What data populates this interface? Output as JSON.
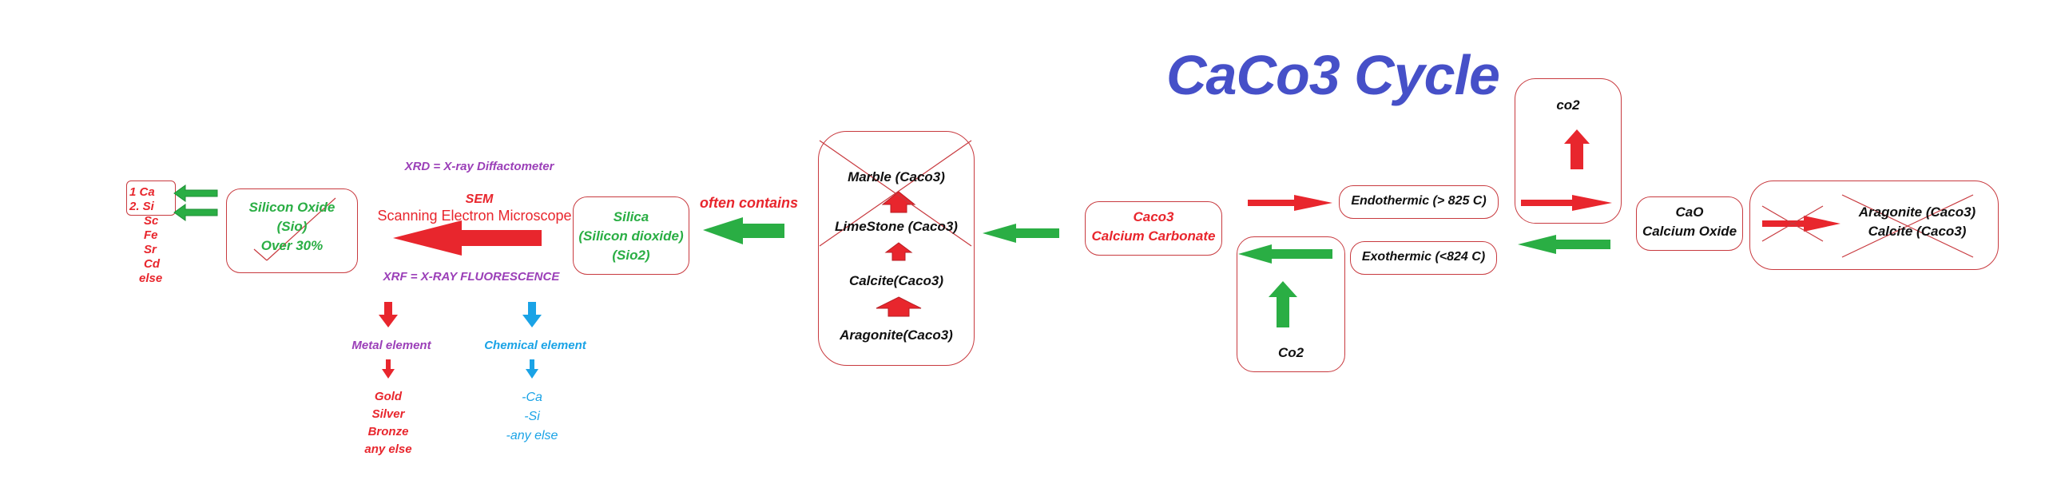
{
  "title": "CaCo3 Cycle",
  "colors": {
    "red": "#e8262d",
    "green": "#2aae44",
    "blue": "#1aa3e6",
    "purple": "#9b3fb8",
    "title": "#4650c8",
    "box": "#c83a3f"
  },
  "elements_list": {
    "items": [
      "1  Ca",
      "2.  Si",
      "Sc",
      "Fe",
      "Sr",
      "Cd",
      "else"
    ]
  },
  "silicon_oxide": {
    "line1": "Silicon Oxide",
    "line2": "(Sio)",
    "line3": "Over 30%"
  },
  "methods": {
    "xrd": "XRD = X-ray Diffactometer",
    "sem_title": "SEM",
    "sem_full": "Scanning Electron Microscope",
    "xrf": "XRF =  X-RAY FLUORESCENCE",
    "metal_element": "Metal element",
    "chemical_element": "Chemical element",
    "metal_list": [
      "Gold",
      "Silver",
      "Bronze",
      "any else"
    ],
    "chemical_list": [
      "-Ca",
      "-Si",
      "-any else"
    ]
  },
  "silica": {
    "line1": "Silica",
    "line2": "(Silicon dioxide)",
    "line3": "(Sio2)"
  },
  "often_contains": "often contains",
  "rocks": {
    "marble": "Marble (Caco3)",
    "limestone": "LimeStone (Caco3)",
    "calcite": "Calcite(Caco3)",
    "aragonite": "Aragonite(Caco3)"
  },
  "caco3": {
    "line1": "Caco3",
    "line2": "Calcium Carbonate"
  },
  "endothermic": "Endothermic (> 825 C)",
  "exothermic": "Exothermic (<824 C)",
  "co2_top": "co2",
  "co2_bottom": "Co2",
  "cao": {
    "line1": "CaO",
    "line2": "Calcium Oxide"
  },
  "aragonite_calcite": {
    "line1": "Aragonite (Caco3)",
    "line2": "Calcite (Caco3)"
  }
}
